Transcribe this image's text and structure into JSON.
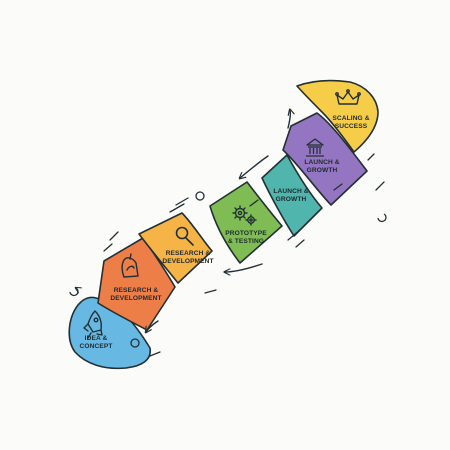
{
  "diagram": {
    "stages": [
      {
        "label": "IDEA &\nCONCEPT",
        "color": "#67b9e4",
        "icon": "rocket-icon"
      },
      {
        "label": "RESEARCH &\nDEVELOPMENT",
        "color": "#ee7e48",
        "icon": "flask-icon"
      },
      {
        "label": "RESEARCH &\nDEVELOPMENT",
        "color": "#f6b446",
        "icon": "magnifier-icon"
      },
      {
        "label": "PROTOTYPE\n& TESTING",
        "color": "#7fbd54",
        "icon": "gears-icon"
      },
      {
        "label": "LAUNCH &\nGROWTH",
        "color": "#4fb5ad",
        "icon": ""
      },
      {
        "label": "LAUNCH &\nGROWTH",
        "color": "#9475c1",
        "icon": "bank-icon"
      },
      {
        "label": "SCALING &\nSUCCESS",
        "color": "#f5cd49",
        "icon": "crown-icon"
      }
    ],
    "outline_color": "#233033",
    "background": "#fbfbfa"
  }
}
